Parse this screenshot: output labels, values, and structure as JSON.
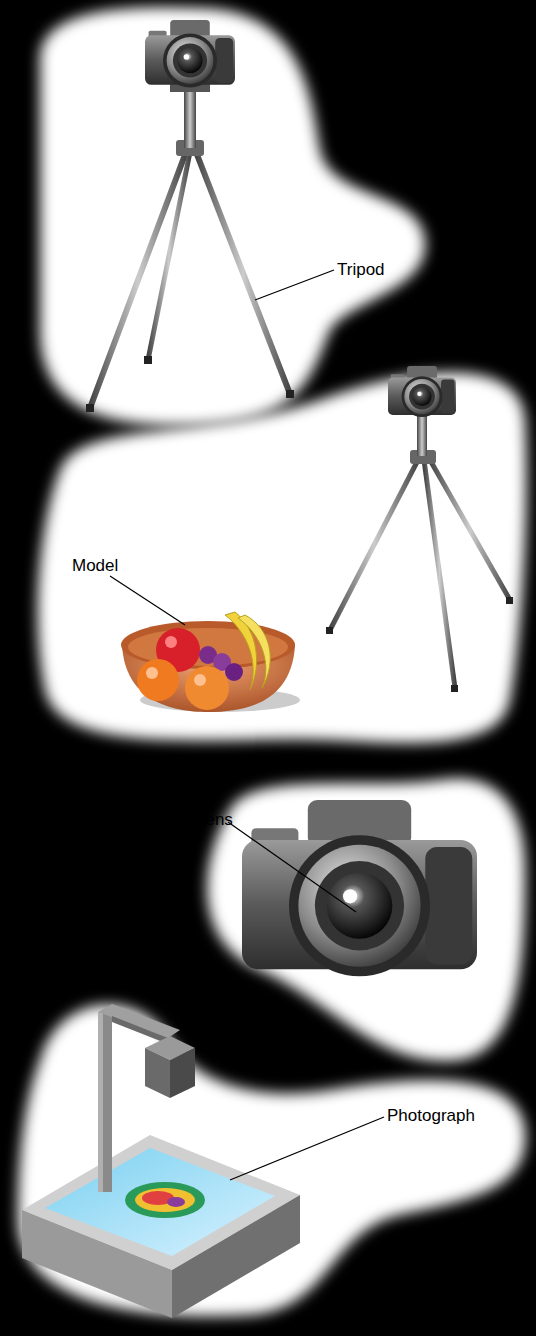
{
  "diagram": {
    "labels": [
      "Tripod",
      "Model",
      "Lens",
      "Photograph"
    ]
  }
}
